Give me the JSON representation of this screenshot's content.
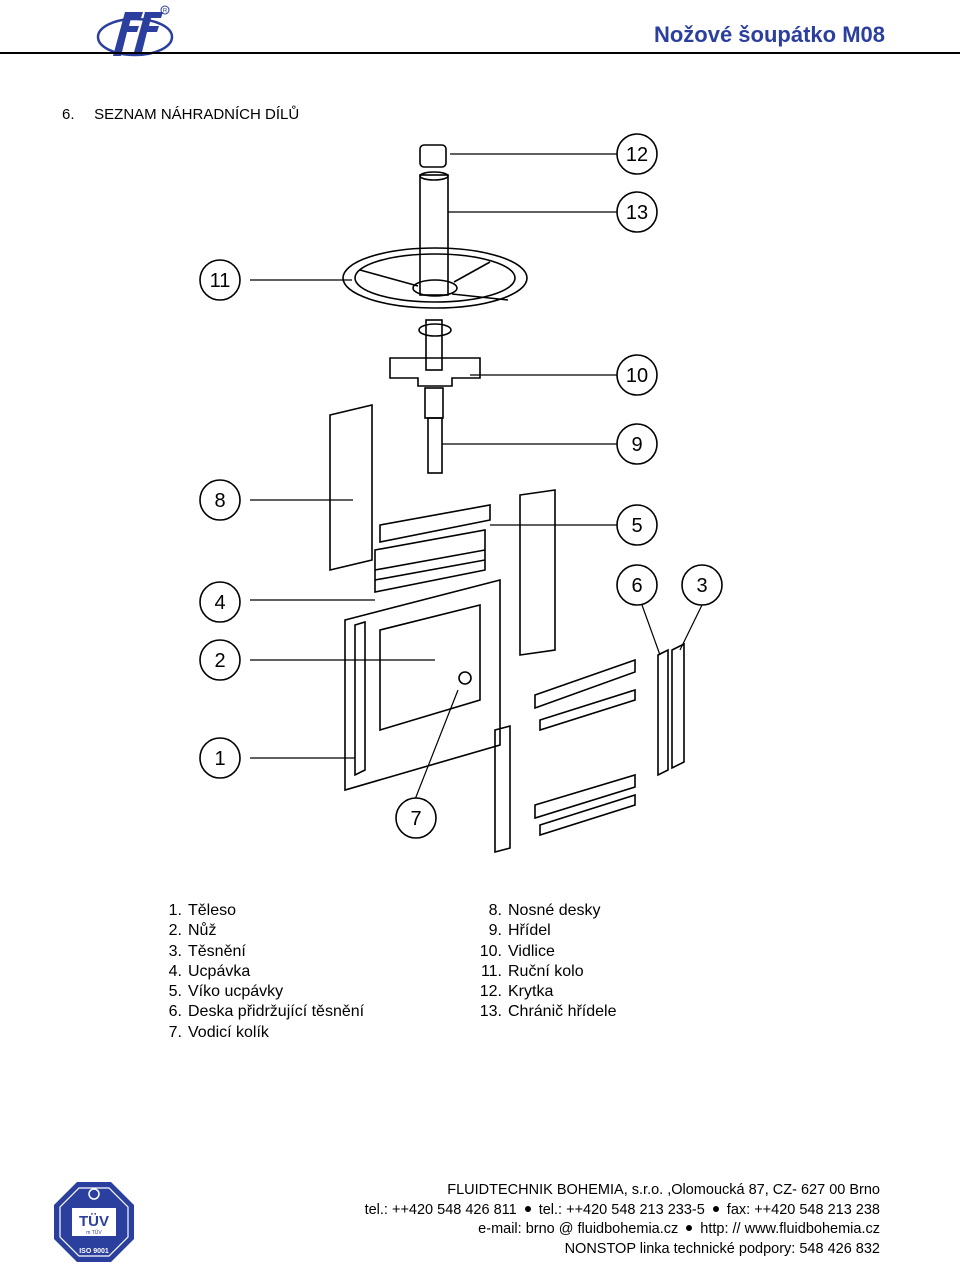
{
  "header": {
    "title": "Nožové šoupátko M08",
    "logo_text": "ff"
  },
  "section": {
    "number": "6.",
    "title": "SEZNAM NÁHRADNÍCH DÍLŮ"
  },
  "drawing": {
    "callouts": [
      "12",
      "13",
      "11",
      "10",
      "9",
      "8",
      "5",
      "6",
      "3",
      "4",
      "2",
      "1",
      "7"
    ]
  },
  "parts_left": [
    {
      "num": "1.",
      "name": "Těleso"
    },
    {
      "num": "2.",
      "name": "Nůž"
    },
    {
      "num": "3.",
      "name": "Těsnění"
    },
    {
      "num": "4.",
      "name": "Ucpávka"
    },
    {
      "num": "5.",
      "name": "Víko ucpávky"
    },
    {
      "num": "6.",
      "name": "Deska přidržující těsnění"
    },
    {
      "num": "7.",
      "name": "Vodicí kolík"
    }
  ],
  "parts_right": [
    {
      "num": "8.",
      "name": "Nosné desky"
    },
    {
      "num": "9.",
      "name": "Hřídel"
    },
    {
      "num": "10.",
      "name": "Vidlice"
    },
    {
      "num": "11.",
      "name": "Ruční kolo"
    },
    {
      "num": "12.",
      "name": "Krytka"
    },
    {
      "num": "13.",
      "name": "Chránič hřídele"
    }
  ],
  "cert": {
    "top": "TÜV",
    "sub": "m TÜV",
    "bottom": "ISO 9001"
  },
  "footer": {
    "line1": "FLUIDTECHNIK BOHEMIA, s.r.o. ,Olomoucká 87, CZ- 627 00 Brno",
    "tel1": "tel.: ++420 548 426 811",
    "tel2": "tel.: ++420 548 213 233-5",
    "fax": "fax: ++420 548 213 238",
    "email": "e-mail: brno @ fluidbohemia.cz",
    "web": "http: // www.fluidbohemia.cz",
    "support": "NONSTOP linka technické podpory: 548 426 832"
  },
  "colors": {
    "title": "#2b3f9e",
    "logo": "#2b3f9e",
    "cert": "#2b3f9e"
  }
}
